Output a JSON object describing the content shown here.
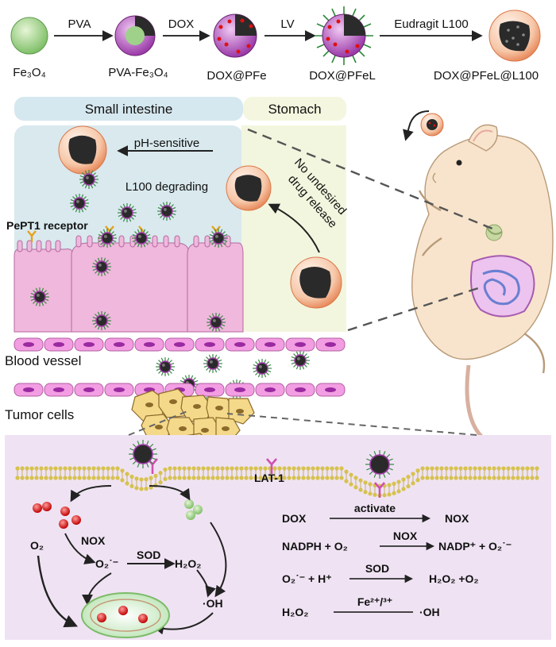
{
  "synthesis": {
    "step1_name": "Fe₃O₄",
    "arrow1_label": "PVA",
    "step2_name": "PVA-Fe₃O₄",
    "arrow2_label": "DOX",
    "step3_name": "DOX@PFe",
    "arrow3_label": "LV",
    "step4_name": "DOX@PFeL",
    "arrow4_label": "Eudragit L100",
    "step5_name": "DOX@PFeL@L100"
  },
  "gut": {
    "small_intestine_label": "Small intestine",
    "stomach_label": "Stomach",
    "ph_label_line1": "pH-sensitive",
    "ph_label_line2": "L100 degrading",
    "no_release_line1": "No undesired",
    "no_release_line2": "drug release",
    "receptor_label": "PePT1 receptor"
  },
  "labels": {
    "blood_vessel": "Blood vessel",
    "tumor_cells": "Tumor cells",
    "lat1": "LAT-1"
  },
  "cell_mechanism": {
    "o2_label": "O₂",
    "nox_label": "NOX",
    "superoxide_label": "O₂˙⁻",
    "sod_label": "SOD",
    "h2o2_label": "H₂O₂",
    "oh_label": "·OH"
  },
  "equations": [
    {
      "left": "DOX",
      "over": "activate",
      "right": "NOX"
    },
    {
      "left": "NADPH + O₂",
      "over": "NOX",
      "right": "NADP⁺ + O₂˙⁻"
    },
    {
      "left": "O₂˙⁻ + H⁺",
      "over": "SOD",
      "right": "H₂O₂ +O₂"
    },
    {
      "left": "H₂O₂",
      "over": "Fe²⁺/³⁺",
      "right": "·OH"
    }
  ],
  "colors": {
    "intestine_bg": "#d9e9ee",
    "stomach_bg": "#f3f6de",
    "panel_bg": "#efe3f3",
    "cell_pink": "#f0b8dc",
    "vessel_cell": "#f08fe0",
    "tumor": "#f4d98a",
    "mouse": "#f8e4cc",
    "green": "#8fc87a",
    "shell": "#f1a57c",
    "drug_red": "#e01010"
  }
}
